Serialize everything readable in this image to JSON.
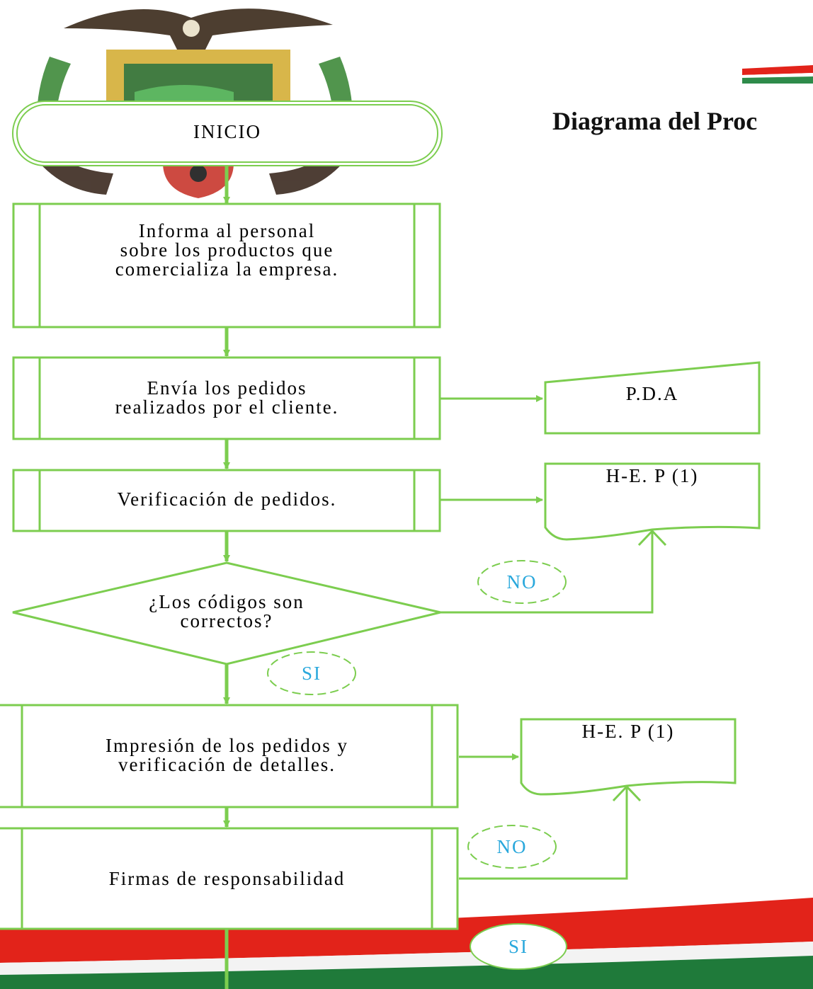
{
  "header": {
    "title": "Diagrama del Proc"
  },
  "colors": {
    "accent": "#7ccd4f",
    "label": "#2aa8dc",
    "flag_red": "#e2231a",
    "flag_green": "#1f7a3a"
  },
  "emblem": {
    "icon": "coat-of-arms-icon"
  },
  "nodes": {
    "start": "INICIO",
    "step1": [
      "Informa al personal",
      "sobre los productos que",
      "comercializa la empresa."
    ],
    "step2": [
      "Envía los pedidos",
      "realizados por el cliente."
    ],
    "doc1": "P.D.A",
    "step3": "Verificación de pedidos.",
    "doc2": "H-E. P (1)",
    "decision": [
      "¿Los códigos son",
      "correctos?"
    ],
    "step4": [
      "Impresión de los pedidos y",
      "verificación de detalles."
    ],
    "doc3": "H-E. P (1)",
    "step5": "Firmas de responsabilidad"
  },
  "labels": {
    "no1": "NO",
    "si1": "SI",
    "no2": "NO",
    "si2": "SI"
  }
}
